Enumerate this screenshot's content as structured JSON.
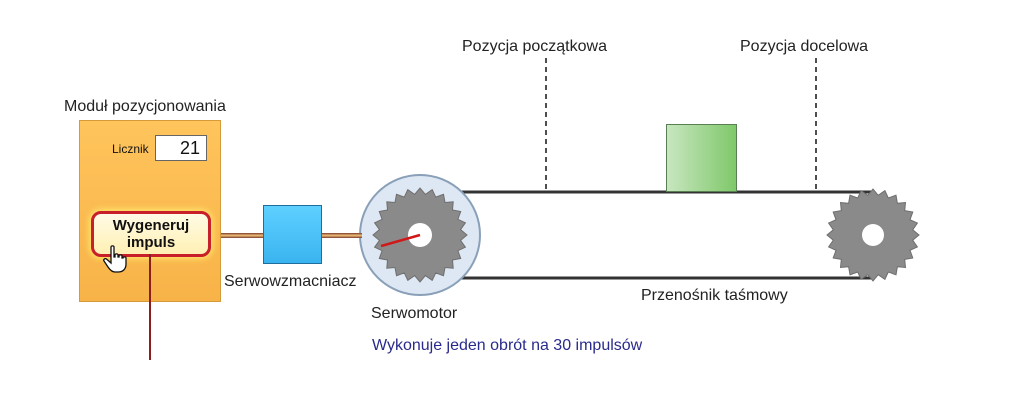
{
  "labels": {
    "module": "Moduł pozycjonowania",
    "counter": "Licznik",
    "servo_amplifier": "Serwowzmacniacz",
    "servomotor": "Serwomotor",
    "conveyor": "Przenośnik taśmowy",
    "start_position": "Pozycja początkowa",
    "target_position": "Pozycja docelowa",
    "note": "Wykonuje jeden obrót na 30 impulsów"
  },
  "counter_value": "21",
  "button": {
    "line1": "Wygeneruj",
    "line2": "impuls"
  },
  "colors": {
    "module_fill": "#f7b348",
    "amplifier_fill": "#3ab4f0",
    "box_fill": "#7fc86a",
    "button_border": "#c8202a",
    "note_text": "#2a2a8c"
  },
  "icons": [
    "hand-pointer-icon",
    "gear-icon"
  ]
}
